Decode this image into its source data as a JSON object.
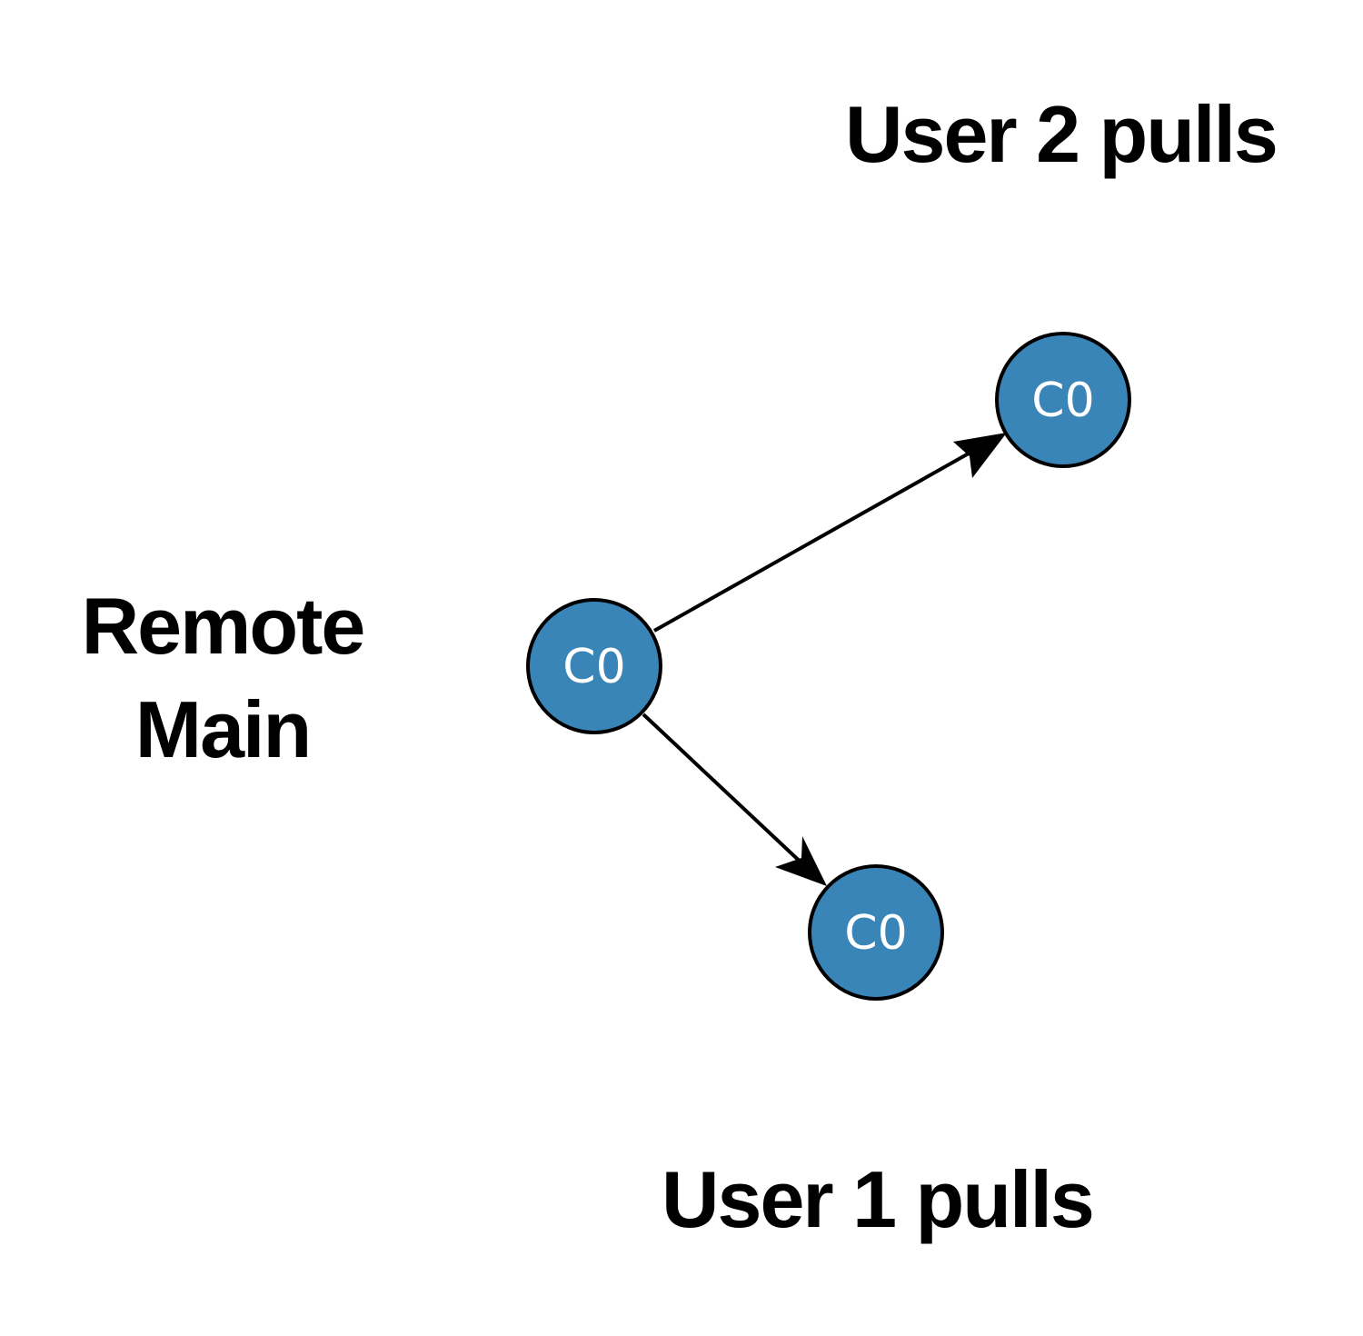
{
  "labels": {
    "user2": "User 2 pulls",
    "user1": "User 1 pulls",
    "remote_line1": "Remote",
    "remote_line2": "Main"
  },
  "nodes": {
    "remote": "C0",
    "user2": "C0",
    "user1": "C0"
  },
  "colors": {
    "node_fill": "#3A85B8",
    "node_stroke": "#000000",
    "node_text": "#ffffff",
    "arrow": "#000000",
    "label_text": "#000000"
  }
}
